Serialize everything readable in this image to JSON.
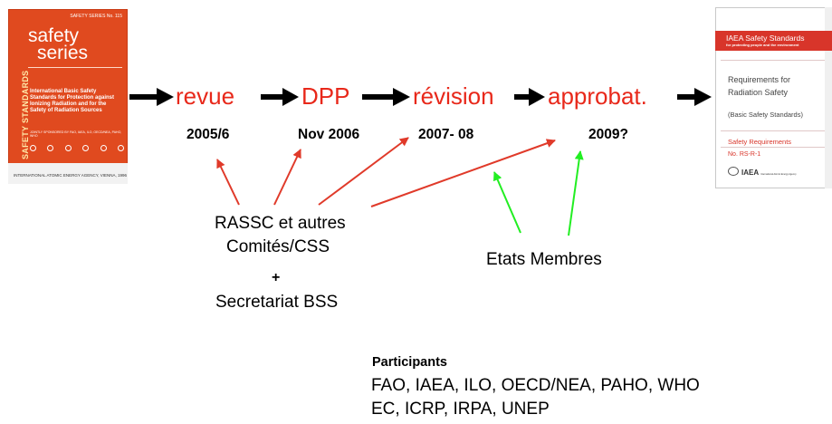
{
  "left_cover": {
    "series_no": "SAFETY SERIES No. 115",
    "brand_line1": "safety",
    "brand_line2": "series",
    "side_label": "SAFETY STANDARDS",
    "title": "International Basic Safety Standards for Protection against Ionizing Radiation and for the Safety of Radiation Sources",
    "jointly": "JOINTLY SPONSORED BY FAO, IAEA, ILO, OECD/NEA, PAHO, WHO",
    "agency": "INTERNATIONAL ATOMIC ENERGY AGENCY, VIENNA, 1996"
  },
  "right_cover": {
    "header_title": "IAEA Safety Standards",
    "header_subtitle": "for protecting people and the environment",
    "req_line1": "Requirements for",
    "req_line2": "Radiation Safety",
    "bss": "(Basic Safety Standards)",
    "series": "Safety Requirements",
    "number": "No. RS-R-1",
    "logo_text": "IAEA",
    "logo_sub": "International Atomic Energy Agency"
  },
  "stages": [
    {
      "label": "revue",
      "date": "2005/6"
    },
    {
      "label": "DPP",
      "date": "Nov 2006"
    },
    {
      "label": "révision",
      "date": "2007- 08"
    },
    {
      "label": "approbat.",
      "date": "2009?"
    }
  ],
  "actors": {
    "committees_line1": "RASSC et autres",
    "committees_line2": "Comités/CSS",
    "plus": "+",
    "secretariat": "Secretariat BSS",
    "member_states": "Etats Membres"
  },
  "participants": {
    "title": "Participants",
    "line1": "FAO, IAEA, ILO, OECD/NEA, PAHO, WHO",
    "line2": "EC, ICRP, IRPA, UNEP"
  },
  "colors": {
    "stage_text": "#e8281a",
    "red_arrows": "#e03a2a",
    "green_arrows": "#22ee22",
    "flow_arrows": "#000000"
  }
}
